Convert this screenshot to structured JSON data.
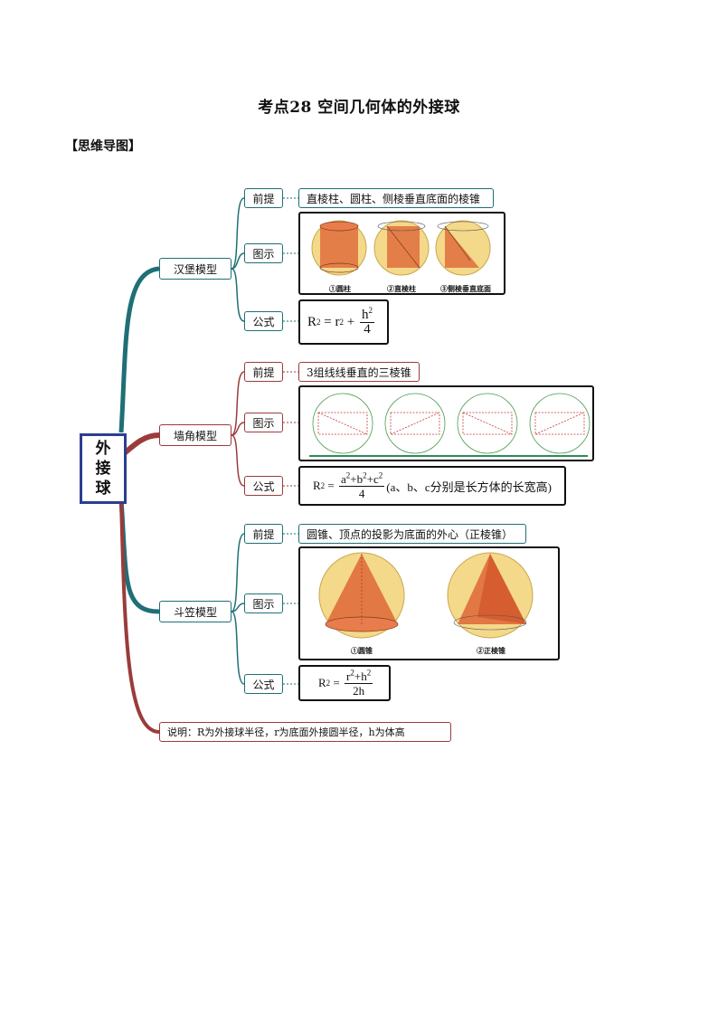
{
  "title": "考点28  空间几何体的外接球",
  "section_heading": "【思维导图】",
  "root_label": [
    "外",
    "接",
    "球"
  ],
  "models": [
    {
      "name": "汉堡模型",
      "premise_tag": "前提",
      "premise": "直棱柱、圆柱、侧棱垂直底面的棱锥",
      "figure_tag": "图示",
      "figure_captions": [
        "①圆柱",
        "②直棱柱",
        "③侧棱垂直底面"
      ],
      "formula_tag": "公式"
    },
    {
      "name": "墙角模型",
      "premise_tag": "前提",
      "premise": "3组线线垂直的三棱锥",
      "figure_tag": "图示",
      "formula_tag": "公式",
      "formula_note": "(a、b、c分别是长方体的长宽高)"
    },
    {
      "name": "斗笠模型",
      "premise_tag": "前提",
      "premise": "圆锥、顶点的投影为底面的外心（正棱锥）",
      "figure_tag": "图示",
      "figure_captions": [
        "①圆锥",
        "②正棱锥"
      ],
      "formula_tag": "公式"
    }
  ],
  "note": "说明：R为外接球半径，r为底面外接圆半径，h为体高",
  "colors": {
    "teal": "#1f6f76",
    "red": "#9b3b3b",
    "root_border": "#2c3e8f",
    "figure_orange": "#e06d3c",
    "sphere": "#f4d98a"
  }
}
